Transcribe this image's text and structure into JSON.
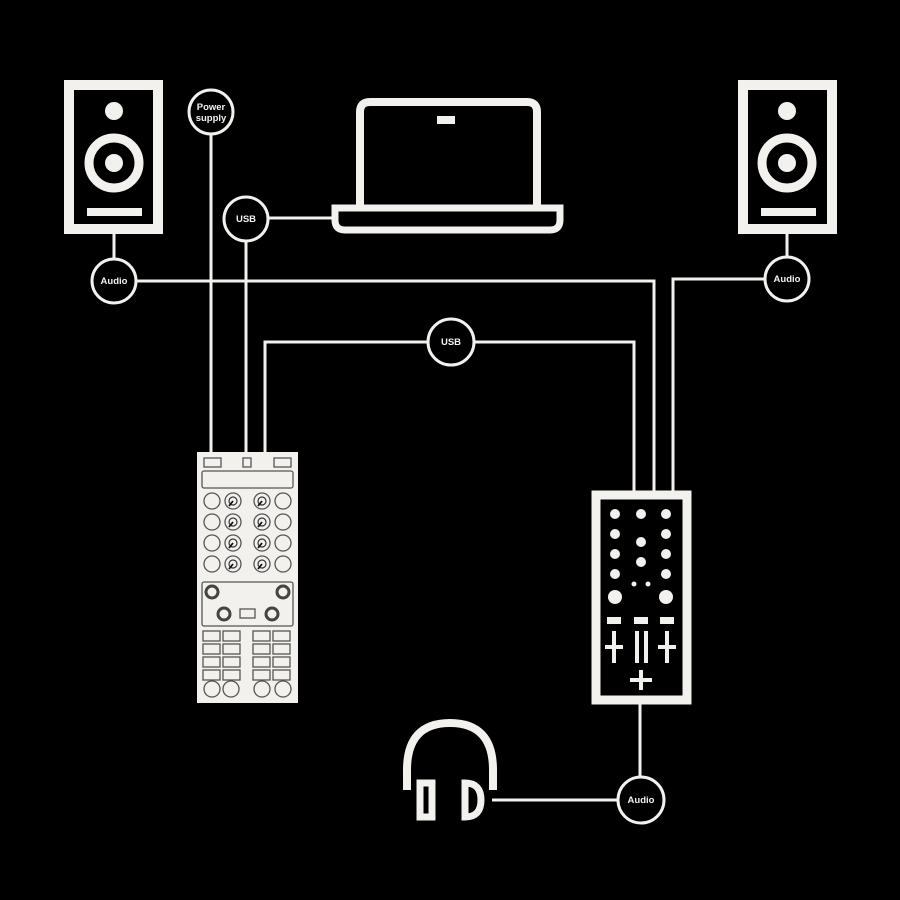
{
  "diagram": {
    "title": "DJ setup connection diagram",
    "colors": {
      "background": "#000000",
      "foreground": "#f2f1ee",
      "controller_body": "#f2f1ee",
      "controller_detail": "#555555"
    },
    "devices": [
      {
        "id": "speaker-left",
        "label": "Left speaker",
        "icon": "speaker-icon"
      },
      {
        "id": "laptop",
        "label": "Laptop",
        "icon": "laptop-icon"
      },
      {
        "id": "speaker-right",
        "label": "Right speaker",
        "icon": "speaker-icon"
      },
      {
        "id": "controller",
        "label": "Controller",
        "icon": "controller-icon"
      },
      {
        "id": "mixer",
        "label": "Mixer",
        "icon": "mixer-icon"
      },
      {
        "id": "headphones",
        "label": "Headphones",
        "icon": "headphones-icon"
      }
    ],
    "nodes": {
      "power": {
        "line1": "Power",
        "line2": "supply"
      },
      "usb_laptop": "USB",
      "audio_left": "Audio",
      "audio_right": "Audio",
      "usb_mixer": "USB",
      "audio_headphones": "Audio"
    },
    "connections": [
      {
        "from": "power-supply",
        "to": "controller",
        "type": "Power supply"
      },
      {
        "from": "laptop",
        "to": "controller",
        "type": "USB"
      },
      {
        "from": "controller",
        "to": "mixer",
        "type": "USB"
      },
      {
        "from": "speaker-left",
        "to": "mixer",
        "type": "Audio"
      },
      {
        "from": "speaker-right",
        "to": "mixer",
        "type": "Audio"
      },
      {
        "from": "mixer",
        "to": "headphones",
        "type": "Audio"
      }
    ]
  }
}
